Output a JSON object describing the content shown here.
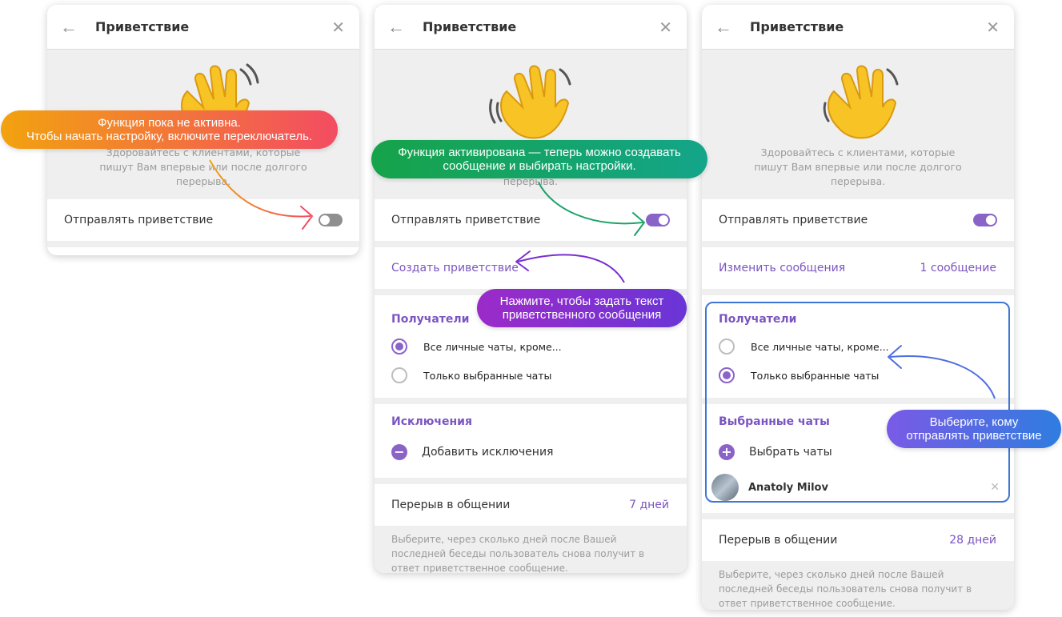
{
  "header": {
    "title": "Приветствие"
  },
  "intro": {
    "line1": "Здоровайтесь с клиентами, которые",
    "line2": "пишут Вам впервые или после долгого",
    "line3": "перерыва."
  },
  "toggle_label": "Отправлять приветствие",
  "panel2": {
    "create_label": "Создать приветствие",
    "recipients_title": "Получатели",
    "radio_all": "Все личные чаты, кроме...",
    "radio_selected": "Только выбранные чаты",
    "exceptions_title": "Исключения",
    "add_exceptions": "Добавить исключения",
    "break_label": "Перерыв в общении",
    "break_value": "7 дней",
    "footnote": "Выберите, через сколько дней после Вашей последней беседы пользователь снова получит в ответ приветственное сообщение."
  },
  "panel3": {
    "edit_label": "Изменить сообщения",
    "edit_count": "1 сообщение",
    "recipients_title": "Получатели",
    "radio_all": "Все личные чаты, кроме...",
    "radio_selected": "Только выбранные чаты",
    "chosen_title": "Выбранные чаты",
    "choose_chats": "Выбрать чаты",
    "contact_name": "Anatoly Milov",
    "break_label": "Перерыв в общении",
    "break_value": "28 дней",
    "footnote": "Выберите, через сколько дней после Вашей последней беседы пользователь снова получит в ответ приветственное сообщение."
  },
  "callouts": {
    "b1_line1": "Функция пока не активна.",
    "b1_line2": "Чтобы начать настройку, включите переключатель.",
    "b2_line1": "Функция активирована — теперь можно создавать",
    "b2_line2": "сообщение и выбирать настройки.",
    "b3_line1": "Нажмите, чтобы задать текст",
    "b3_line2": "приветственного сообщения",
    "b4_line1": "Выберите, кому",
    "b4_line2": "отправлять приветствие"
  },
  "icons": {
    "back": "arrow-left-icon",
    "close": "close-icon",
    "hand": "waving-hand-icon",
    "add": "plus-circle-icon",
    "remove": "minus-circle-icon"
  },
  "colors": {
    "accent": "#8a63c9",
    "toggle_off": "#8f8f8f",
    "highlight": "#3e76d6"
  }
}
